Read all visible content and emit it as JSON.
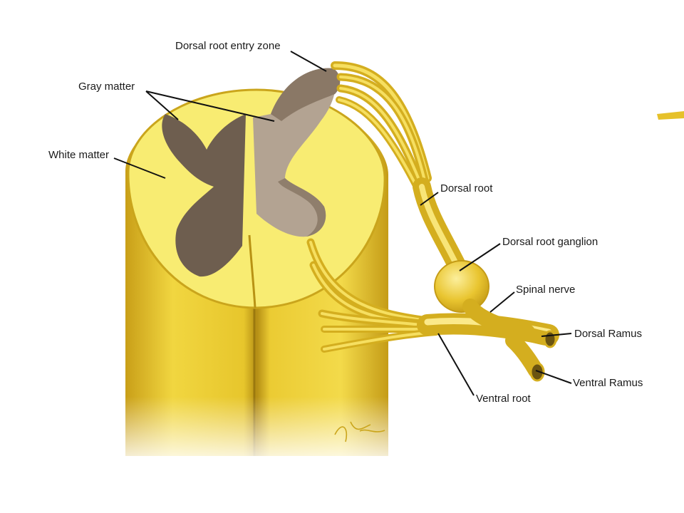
{
  "diagram": {
    "labels": {
      "dorsal_root_entry_zone": "Dorsal root entry zone",
      "gray_matter": "Gray matter",
      "white_matter": "White matter",
      "dorsal_root": "Dorsal root",
      "dorsal_root_ganglion": "Dorsal root ganglion",
      "spinal_nerve": "Spinal nerve",
      "dorsal_ramus": "Dorsal Ramus",
      "ventral_ramus": "Ventral Ramus",
      "ventral_root": "Ventral root"
    }
  },
  "colors": {
    "white_matter": "#f3e24a",
    "white_matter_cut": "#fbf08a",
    "gray_matter": "#6e5e4f",
    "gray_matter_cut": "#b3a392",
    "nerve": "#e6c12a",
    "nerve_highlight": "#fbe98a",
    "column_dark": "#d7b21f",
    "column_light": "#efd23a"
  }
}
